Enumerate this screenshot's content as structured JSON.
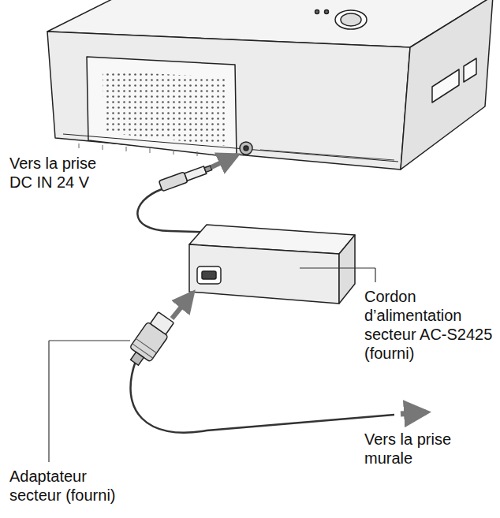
{
  "diagram": {
    "labels": [
      "Vers la prise DC IN 24 V",
      "Cordon d’alimentation secteur AC-S2425 (fourni)",
      "Vers la prise murale",
      "Adaptateur secteur (fourni)"
    ]
  }
}
